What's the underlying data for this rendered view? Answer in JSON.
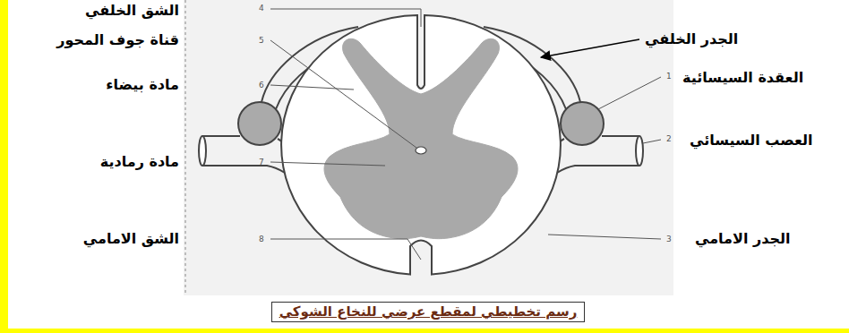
{
  "diagram": {
    "caption": "رسم تخطيطي لمقطع عرضي للنخاع الشوكي",
    "labels": [
      "الشق الخلفي",
      "قناة جوف المحور",
      "مادة بيضاء",
      "مادة رمادية",
      "الشق الامامي",
      "الجدر الخلفي",
      "العقدة السيسائية",
      "العصب السيسائي",
      "الجدر الامامي",
      "4",
      "5",
      "6",
      "7",
      "8",
      "1",
      "2",
      "3"
    ]
  }
}
